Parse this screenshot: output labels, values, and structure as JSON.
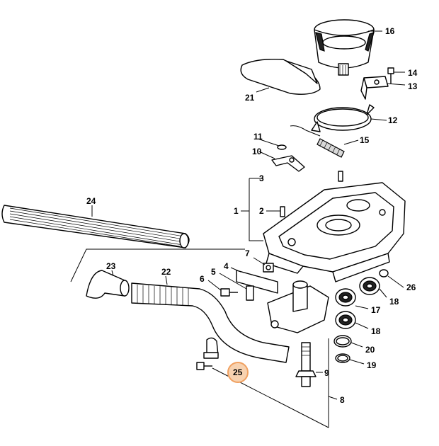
{
  "highlight_color": "#f0a060",
  "callouts": [
    {
      "id": "c1",
      "text": "1"
    },
    {
      "id": "c2",
      "text": "2"
    },
    {
      "id": "c3",
      "text": "3"
    },
    {
      "id": "c4",
      "text": "4"
    },
    {
      "id": "c5",
      "text": "5"
    },
    {
      "id": "c6",
      "text": "6"
    },
    {
      "id": "c7",
      "text": "7"
    },
    {
      "id": "c8",
      "text": "8"
    },
    {
      "id": "c9",
      "text": "9"
    },
    {
      "id": "c10",
      "text": "10"
    },
    {
      "id": "c11",
      "text": "11"
    },
    {
      "id": "c12",
      "text": "12"
    },
    {
      "id": "c13",
      "text": "13"
    },
    {
      "id": "c14",
      "text": "14"
    },
    {
      "id": "c15",
      "text": "15"
    },
    {
      "id": "c16",
      "text": "16"
    },
    {
      "id": "c17",
      "text": "17"
    },
    {
      "id": "c18a",
      "text": "18"
    },
    {
      "id": "c18b",
      "text": "18"
    },
    {
      "id": "c19",
      "text": "19"
    },
    {
      "id": "c20",
      "text": "20"
    },
    {
      "id": "c21",
      "text": "21"
    },
    {
      "id": "c22",
      "text": "22"
    },
    {
      "id": "c23",
      "text": "23"
    },
    {
      "id": "c24",
      "text": "24"
    },
    {
      "id": "c25",
      "text": "25"
    },
    {
      "id": "c26",
      "text": "26"
    }
  ]
}
